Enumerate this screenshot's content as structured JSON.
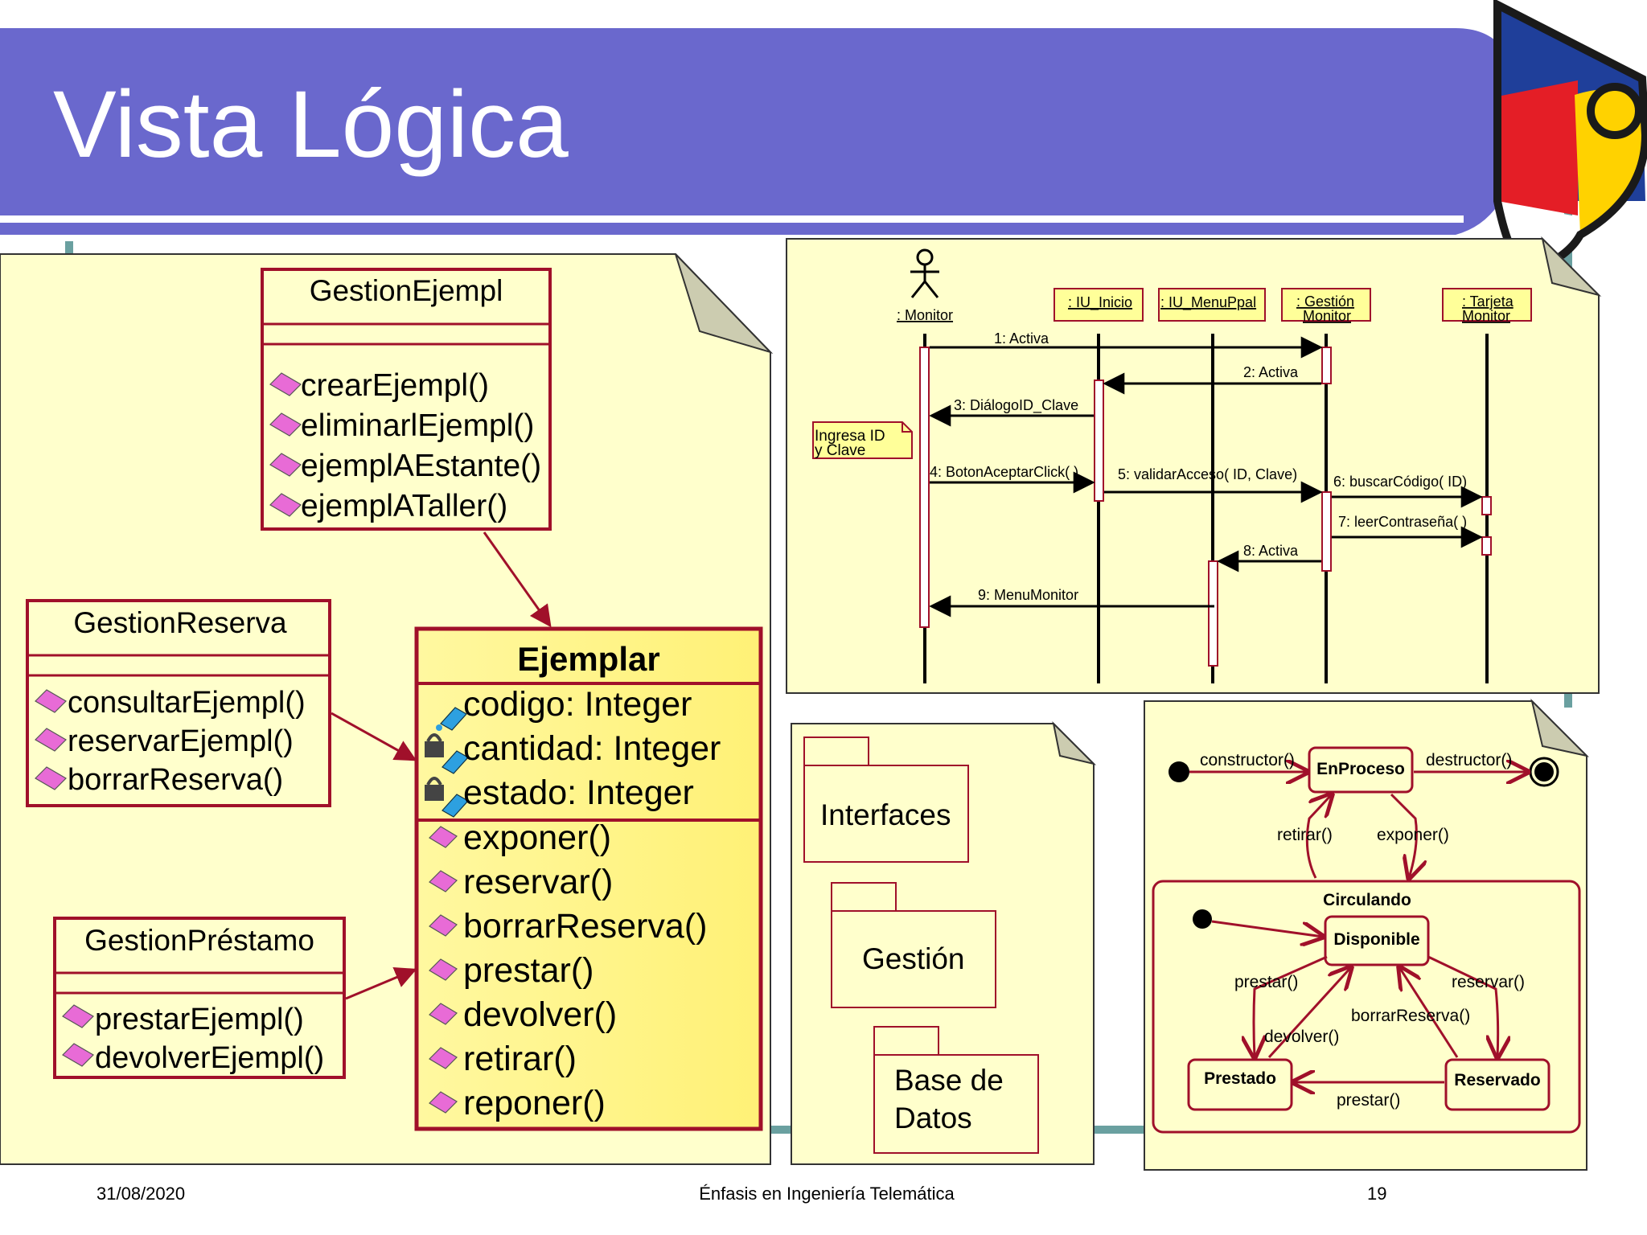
{
  "colors": {
    "banner": "#6a68cd",
    "note_bg": "#ffffcc",
    "class_border": "#a0102a",
    "arrow": "#a0102a",
    "ejemplar_bg": "#fff799",
    "sticky": "#ffff99",
    "connector": "#6aa0a0"
  },
  "slide": {
    "title": "Vista Lógica",
    "footer_date": "31/08/2020",
    "footer_center": "Énfasis en Ingeniería Telemática",
    "footer_page": "19"
  },
  "classes": {
    "gestion_ejempl": {
      "name": "GestionEjempl",
      "ops": [
        "crearEjempl()",
        "eliminarlEjempl()",
        "ejemplAEstante()",
        "ejemplATaller()"
      ]
    },
    "gestion_reserva": {
      "name": "GestionReserva",
      "ops": [
        "consultarEjempl()",
        "reservarEjempl()",
        "borrarReserva()"
      ]
    },
    "gestion_prestamo": {
      "name": "GestionPréstamo",
      "ops": [
        "prestarEjempl()",
        "devolverEjempl()"
      ]
    },
    "ejemplar": {
      "name": "Ejemplar",
      "attrs": [
        "codigo: Integer",
        "cantidad: Integer",
        "estado: Integer"
      ],
      "ops": [
        "exponer()",
        "reservar()",
        "borrarReserva()",
        "prestar()",
        "devolver()",
        "retirar()",
        "reponer()"
      ]
    }
  },
  "sequence": {
    "objects": [
      ": Monitor",
      ": IU_Inicio",
      ": IU_MenuPpal",
      ": Gestión",
      "Monitor",
      ": Tarjeta",
      "Monitor"
    ],
    "messages": [
      "1: Activa",
      "2: Activa",
      "3: DiálogoID_Clave",
      "4: BotonAceptarClick( )",
      "5: validarAcceso( ID, Clave)",
      "6: buscarCódigo( ID)",
      "7: leerContraseña( )",
      "8: Activa",
      "9: MenuMonitor"
    ],
    "note": [
      "Ingresa ID",
      "y Clave"
    ]
  },
  "packages": [
    "Interfaces",
    "Gestión",
    "Base de",
    "Datos"
  ],
  "state": {
    "top_states": [
      "EnProceso"
    ],
    "composite": "Circulando",
    "inner_states": [
      "Disponible",
      "Prestado",
      "Reservado"
    ],
    "transitions": [
      "constructor()",
      "destructor()",
      "retirar()",
      "exponer()",
      "prestar()",
      "reservar()",
      "borrarReserva()",
      "devolver()",
      "prestar()"
    ]
  }
}
